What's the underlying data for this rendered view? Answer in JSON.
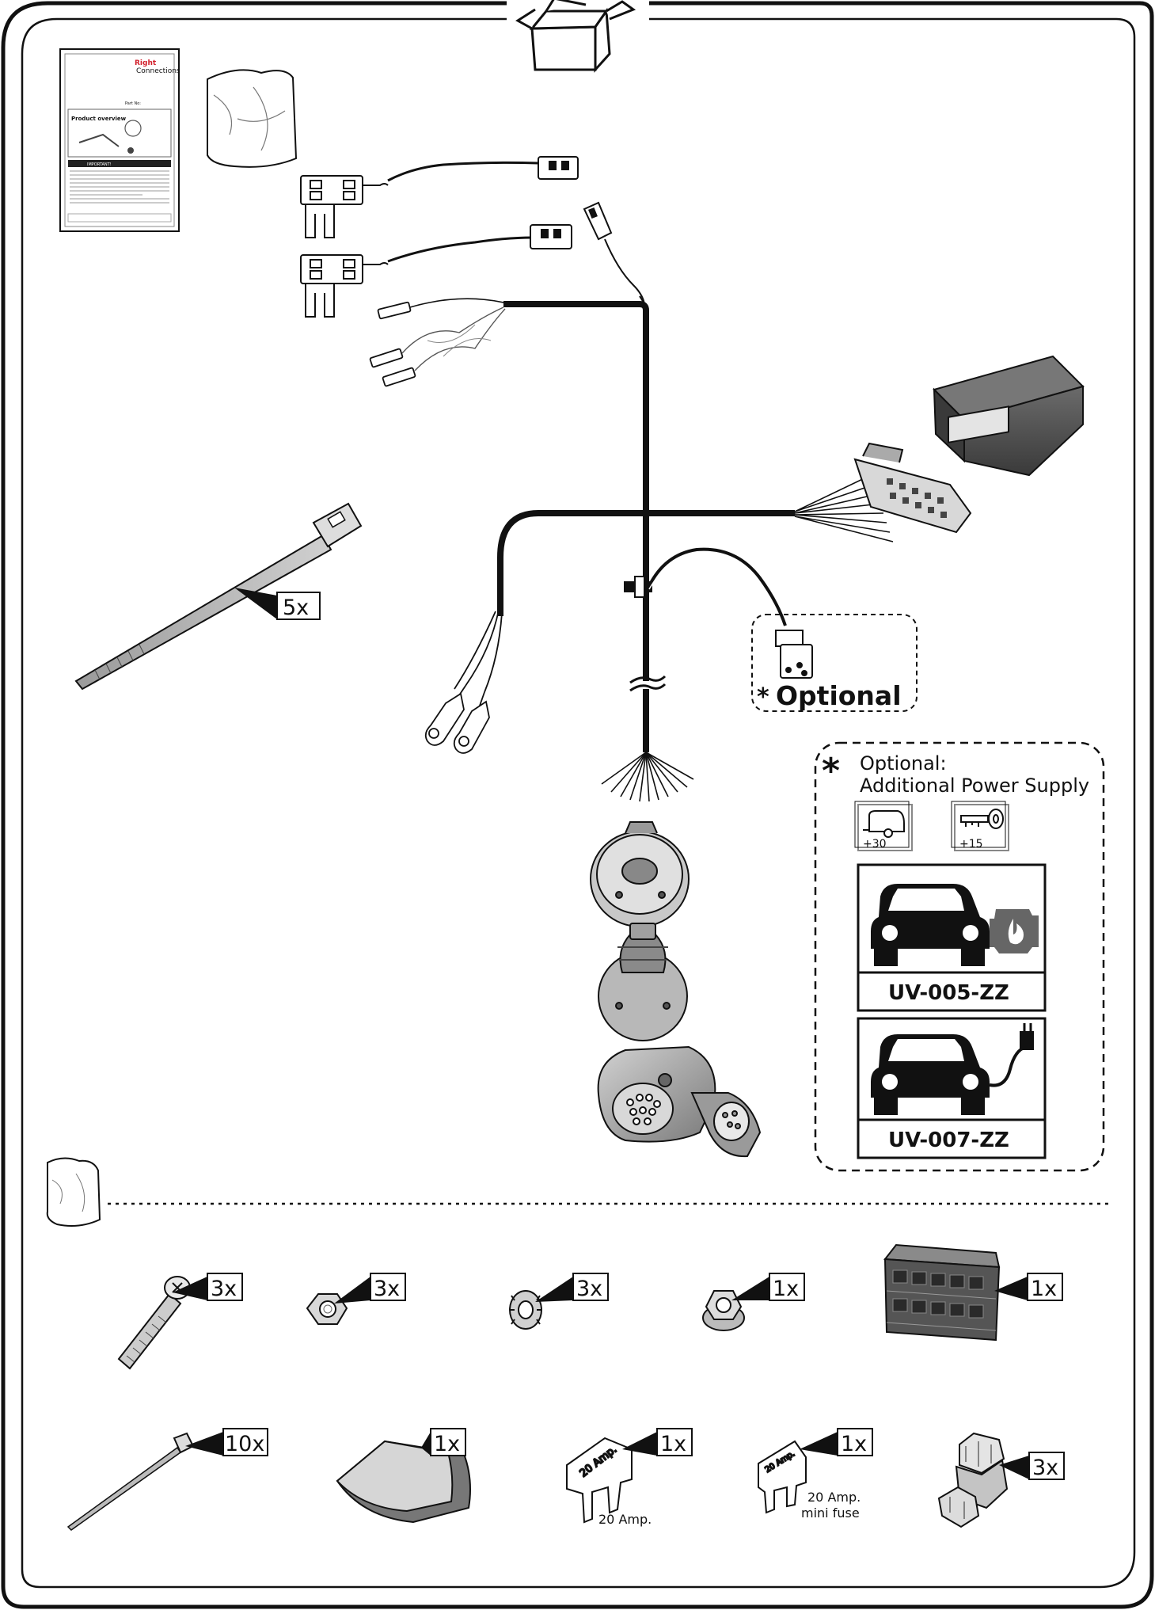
{
  "manual": {
    "brand_line1": "Right",
    "brand_line2": "Connections",
    "part_no_label": "Part No:",
    "product_title": "Product overview",
    "warning_label": "IMPORTANT!"
  },
  "cable_tie_large_qty": "5x",
  "optional_connector_label": "Optional",
  "optional_box": {
    "title_line1": "Optional:",
    "title_line2": "Additional Power Supply",
    "plus30": "+30",
    "plus15": "+15",
    "combustion_code": "UV-005-ZZ",
    "electric_code": "UV-007-ZZ"
  },
  "parts_row1": [
    {
      "name": "screw",
      "qty": "3x"
    },
    {
      "name": "nut",
      "qty": "3x"
    },
    {
      "name": "lock-washer",
      "qty": "3x"
    },
    {
      "name": "flange-nut",
      "qty": "1x"
    },
    {
      "name": "connector-housing",
      "qty": "1x"
    }
  ],
  "parts_row2": [
    {
      "name": "cable-tie",
      "qty": "10x"
    },
    {
      "name": "insulation-pad",
      "qty": "1x"
    },
    {
      "name": "fuse",
      "qty": "1x",
      "fuse_print": "20 Amp.",
      "caption": "20 Amp."
    },
    {
      "name": "mini-fuse",
      "qty": "1x",
      "fuse_print": "20 Amp.",
      "caption_line1": "20 Amp.",
      "caption_line2": "mini fuse"
    },
    {
      "name": "wire-clip",
      "qty": "3x"
    }
  ],
  "colors": {
    "line": "#111111",
    "part_grey": "#8a8a8a",
    "dark_grey": "#4a4a4a",
    "light_grey": "#c8c8c8",
    "brand_red": "#d21f2b"
  }
}
